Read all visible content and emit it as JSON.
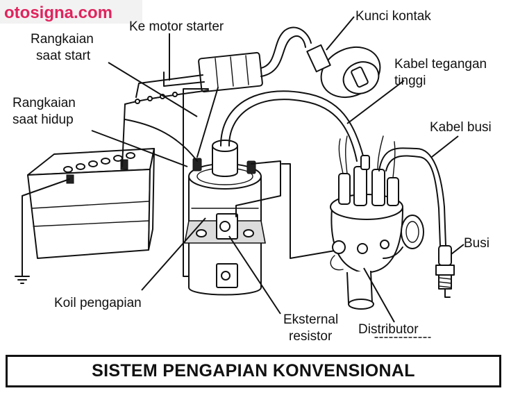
{
  "watermark": "otosigna.com",
  "labels": {
    "motor_starter": "Ke motor starter",
    "kunci_kontak": "Kunci kontak",
    "rangkaian_start_1": "Rangkaian",
    "rangkaian_start_2": "saat start",
    "kabel_tegangan_1": "Kabel tegangan",
    "kabel_tegangan_2": "tinggi",
    "rangkaian_hidup_1": "Rangkaian",
    "rangkaian_hidup_2": "saat hidup",
    "kabel_busi": "Kabel busi",
    "busi": "Busi",
    "koil_pengapian": "Koil pengapian",
    "eksternal_resistor_1": "Eksternal",
    "eksternal_resistor_2": "resistor",
    "distributor": "Distributor"
  },
  "title": "SISTEM PENGAPIAN KONVENSIONAL",
  "colors": {
    "watermark": "#e0245e",
    "line": "#111111",
    "background": "#ffffff"
  }
}
